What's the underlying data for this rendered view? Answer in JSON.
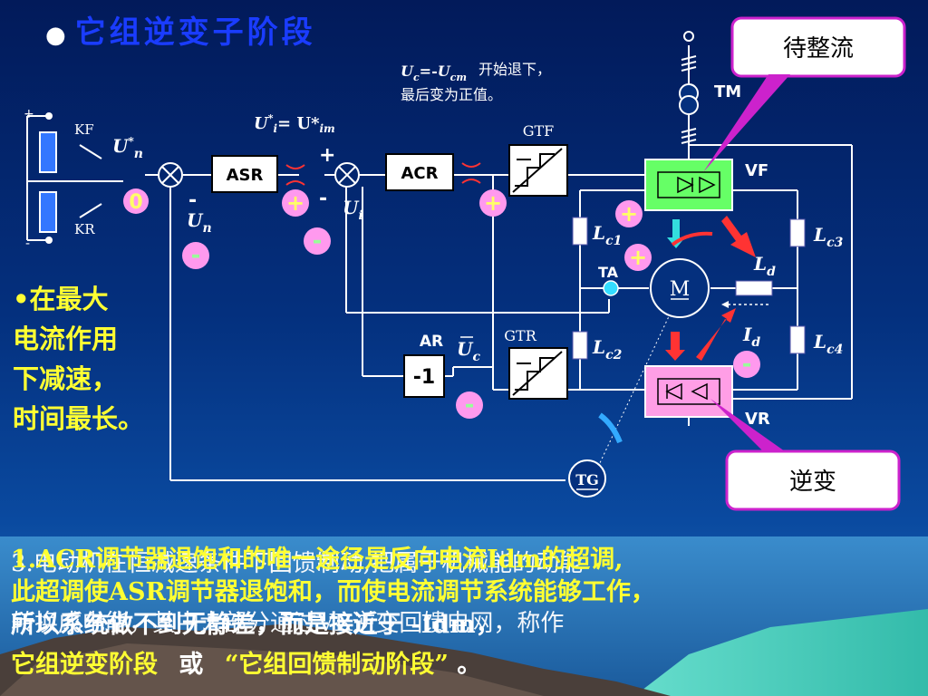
{
  "title": "它组逆变子阶段",
  "callouts": {
    "top": "待整流",
    "bottom": "逆变"
  },
  "annotation_line1": "开始退下，",
  "annotation_line2": "最后变为正值。",
  "side_text": "•在最大\n电流作用\n下减速，\n时间最长。",
  "blocks": {
    "asr": "ASR",
    "acr": "ACR",
    "ar": "AR",
    "ar_gain": "-1",
    "gtf": "GTF",
    "gtr": "GTR",
    "tm": "TM",
    "vf": "VF",
    "vr": "VR",
    "ta": "TA",
    "tg": "TG",
    "motor": "M",
    "kf": "KF",
    "kr": "KR"
  },
  "signs": {
    "zero": "0",
    "plus": "+",
    "minus": "-"
  },
  "bottom_text": {
    "line1": "1.ACR调节器退饱和的唯一途径是反向电流Idm的超调,",
    "line2": "此超调使ASR调节器退饱和，而使电流调节系统能够工作，",
    "line3": "所以系统做不到无静差，而是接近于 -Idm，",
    "line4_a": "它组逆变阶段",
    "line4_b": "或",
    "line4_c": "“它组回馈制动阶段”",
    "line4_d": "。",
    "overlay1": "3.电动机在恒减速条件下回馈制动,把属于机械能的动能",
    "overlay2": "转换成电能，其中大部分通过VR逆变回馈电网，称作"
  },
  "colors": {
    "accent_yellow": "#ffff33",
    "bridge_green": "#66ff66",
    "bridge_pink": "#ff9ee6",
    "callout_border": "#cc22cc",
    "title_blue": "#1a3cff",
    "sign_plus": "#ffff66",
    "sign_minus": "#99ff99"
  }
}
